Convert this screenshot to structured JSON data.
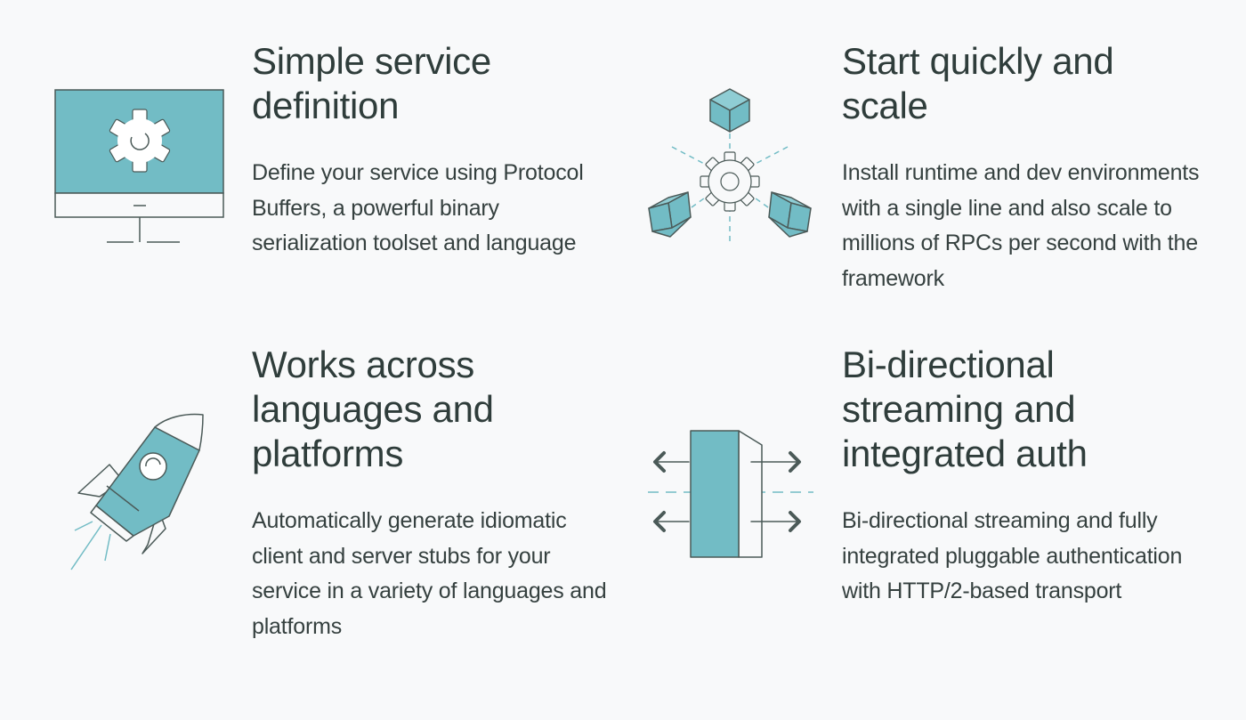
{
  "colors": {
    "accent": "#72bcc5",
    "stroke": "#4b5a58",
    "text": "#2f3d3b",
    "background": "#f8f9fa"
  },
  "features": [
    {
      "icon": "monitor-gear-icon",
      "title": "Simple service\ndefinition",
      "description": "Define your service using Protocol Buffers, a powerful binary serialization toolset and language"
    },
    {
      "icon": "cubes-gear-icon",
      "title": "Start quickly and\nscale",
      "description": "Install runtime and dev environments with a single line and also scale to millions of RPCs per second with the framework"
    },
    {
      "icon": "rocket-icon",
      "title": "Works across\nlanguages and\nplatforms",
      "description": "Automatically generate idiomatic client and server stubs for your service in a variety of languages and platforms"
    },
    {
      "icon": "bidirectional-arrows-icon",
      "title": "Bi-directional\nstreaming and\nintegrated auth",
      "description": "Bi-directional streaming and fully integrated pluggable authentication with HTTP/2-based transport"
    }
  ]
}
